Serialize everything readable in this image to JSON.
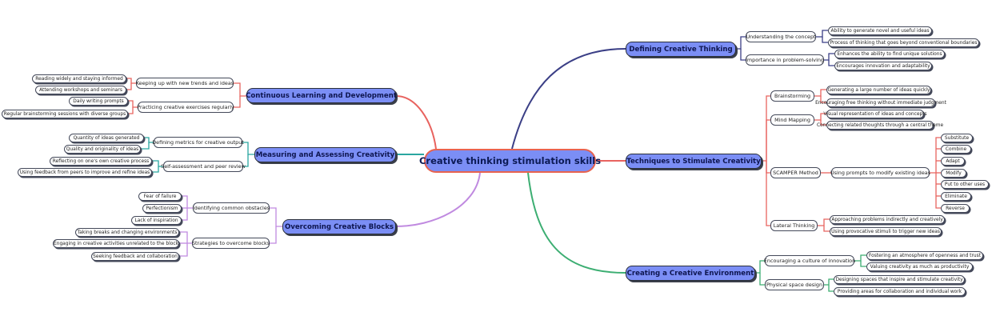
{
  "root": "Creative thinking stimulation skills",
  "colors": {
    "node_fill": "#7b8ef5",
    "defining": "#3b3f86",
    "techniques": "#e8635f",
    "environment": "#3cae72",
    "learning": "#e8635f",
    "measuring": "#2aa6a0",
    "blocks": "#c08ae0"
  },
  "branches": {
    "defining": {
      "label": "Defining Creative Thinking",
      "subs": [
        {
          "label": "Understanding the concept",
          "leaves": [
            "Ability to generate novel and useful ideas",
            "Process of thinking that goes beyond conventional boundaries"
          ]
        },
        {
          "label": "Importance in problem-solving",
          "leaves": [
            "Enhances the ability to find unique solutions",
            "Encourages innovation and adaptability"
          ]
        }
      ]
    },
    "techniques": {
      "label": "Techniques to Stimulate Creativity",
      "subs": [
        {
          "label": "Brainstorming",
          "leaves": [
            "Generating a large number of ideas quickly",
            "Encouraging free thinking without immediate judgment"
          ]
        },
        {
          "label": "Mind Mapping",
          "leaves": [
            "Visual representation of ideas and concepts",
            "Connecting related thoughts through a central theme"
          ]
        },
        {
          "label": "SCAMPER Method",
          "mid": "Using prompts to modify existing ideas",
          "leaves": [
            "Substitute",
            "Combine",
            "Adapt",
            "Modify",
            "Put to other uses",
            "Eliminate",
            "Reverse"
          ]
        },
        {
          "label": "Lateral Thinking",
          "leaves": [
            "Approaching problems indirectly and creatively",
            "Using provocative stimuli to trigger new ideas"
          ]
        }
      ]
    },
    "environment": {
      "label": "Creating a Creative Environment",
      "subs": [
        {
          "label": "Encouraging a culture of innovation",
          "leaves": [
            "Fostering an atmosphere of openness and trust",
            "Valuing creativity as much as productivity"
          ]
        },
        {
          "label": "Physical space design",
          "leaves": [
            "Designing spaces that inspire and stimulate creativity",
            "Providing areas for collaboration and individual work"
          ]
        }
      ]
    },
    "learning": {
      "label": "Continuous Learning and Development",
      "subs": [
        {
          "label": "Keeping up with new trends and ideas",
          "leaves": [
            "Reading widely and staying informed",
            "Attending workshops and seminars"
          ]
        },
        {
          "label": "Practicing creative exercises regularly",
          "leaves": [
            "Daily writing prompts",
            "Regular brainstorming sessions with diverse groups"
          ]
        }
      ]
    },
    "measuring": {
      "label": "Measuring and Assessing Creativity",
      "subs": [
        {
          "label": "Defining metrics for creative output",
          "leaves": [
            "Quantity of ideas generated",
            "Quality and originality of ideas"
          ]
        },
        {
          "label": "Self-assessment and peer review",
          "leaves": [
            "Reflecting on one's own creative process",
            "Using feedback from peers to improve and refine ideas"
          ]
        }
      ]
    },
    "blocks": {
      "label": "Overcoming Creative Blocks",
      "subs": [
        {
          "label": "Identifying common obstacles",
          "leaves": [
            "Fear of failure",
            "Perfectionism",
            "Lack of inspiration"
          ]
        },
        {
          "label": "Strategies to overcome blocks",
          "leaves": [
            "Taking breaks and changing environments",
            "Engaging in creative activities unrelated to the block",
            "Seeking feedback and collaboration"
          ]
        }
      ]
    }
  }
}
